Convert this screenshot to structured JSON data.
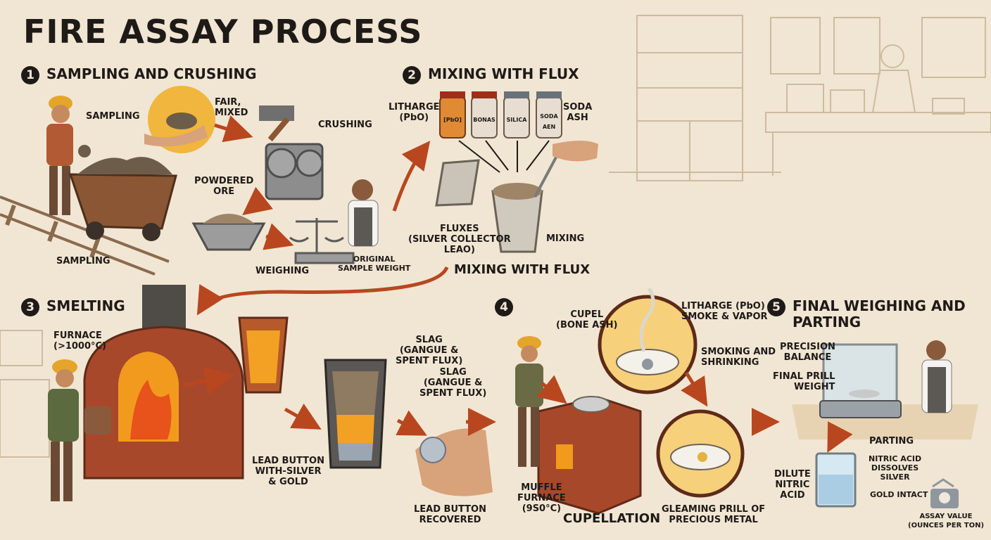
{
  "title": "FIRE ASSAY PROCESS",
  "steps": [
    {
      "number": "1",
      "title": "SAMPLING AND CRUSHING"
    },
    {
      "number": "2",
      "title": "MIXING WITH FLUX"
    },
    {
      "number": "3",
      "title": "SMELTING"
    },
    {
      "number": "4",
      "title": ""
    },
    {
      "number": "5",
      "title_line1": "FINAL WEIGHING AND",
      "title_line2": "PARTING"
    }
  ],
  "labels": {
    "sampling_top": "SAMPLING",
    "fair_mixed_1": "FAIR,",
    "fair_mixed_2": "MIXED",
    "crushing": "CRUSHING",
    "powdered_ore_1": "POWDERED",
    "powdered_ore_2": "ORE",
    "sampling_bottom": "SAMPLING",
    "weighing": "WEIGHING",
    "original_weight_1": "ORIGINAL",
    "original_weight_2": "SAMPLE WEIGHT",
    "litharge_1": "LITHARGE",
    "litharge_2": "(PbO)",
    "soda_ash_1": "SODA",
    "soda_ash_2": "ASH",
    "fluxes_1": "FLUXES",
    "fluxes_2": "(SILVER COLLECTOR",
    "fluxes_3": "LEAO)",
    "mixing": "MIXING",
    "mixing_with_flux": "MIXING WITH FLUX",
    "furnace_1": "FURNACE",
    "furnace_2": "(>1000°C)",
    "slag_a_1": "SLAG",
    "slag_a_2": "(GANGUE &",
    "slag_a_3": "SPENT FLUX)",
    "slag_b_1": "SLAG",
    "slag_b_2": "(GANGUE &",
    "slag_b_3": "SPENT FLUX)",
    "lead_button_1": "LEAD BUTTON",
    "lead_button_2": "WITH-SILVER",
    "lead_button_3": "& GOLD",
    "lead_recovered_1": "LEAD BUTTON",
    "lead_recovered_2": "RECOVERED",
    "cupel_1": "CUPEL",
    "cupel_2": "(BONE ASH)",
    "muffle_1": "MUFFLE",
    "muffle_2": "FURNACE",
    "muffle_3": "(9S0°C)",
    "cupellation": "CUPELLATION",
    "litharge_smoke_1": "LITHARGE (PbO)",
    "litharge_smoke_2": "SMOKE & VAPOR",
    "smoking_1": "SMOKING AND",
    "smoking_2": "SHRINKING",
    "prill_1": "GLEAMING PRILL OF",
    "prill_2": "PRECIOUS METAL",
    "precision_1": "PRECISION",
    "precision_2": "BALANCE",
    "final_prill_1": "FINAL PRILL",
    "final_prill_2": "WEIGHT",
    "parting": "PARTING",
    "dilute_1": "DILUTE",
    "dilute_2": "NITRIC",
    "dilute_3": "ACID",
    "nitric_dissolves_1": "NITRIC ACID",
    "nitric_dissolves_2": "DISSOLVES",
    "nitric_dissolves_3": "SILVER",
    "gold_intact": "GOLD INTACT",
    "assay_value_1": "ASSAY VALUE",
    "assay_value_2": "(OUNCES PER TON)"
  },
  "jars": [
    "[PbO]",
    "BONAS",
    "SILICA",
    "SODA AEN"
  ],
  "colors": {
    "background": "#f1e6d3",
    "arrow": "#b8471f",
    "brick": "#a8482a",
    "flame": "#f29a1e",
    "ink": "#1e1a17"
  }
}
